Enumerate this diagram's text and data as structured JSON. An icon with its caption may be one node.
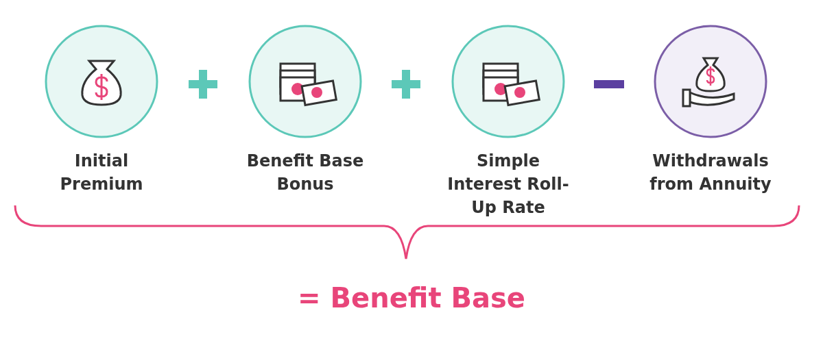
{
  "diagram": {
    "nodes": [
      {
        "text": [
          "Initial Premium"
        ]
      },
      {
        "text": [
          "Benefit Base Bonus"
        ]
      },
      {
        "text": [
          "Simple Interest Roll-Up Rate"
        ]
      },
      {
        "text": [
          "Withdrawals from Annuity"
        ]
      }
    ],
    "labels": [
      "= Benefit Base"
    ]
  }
}
